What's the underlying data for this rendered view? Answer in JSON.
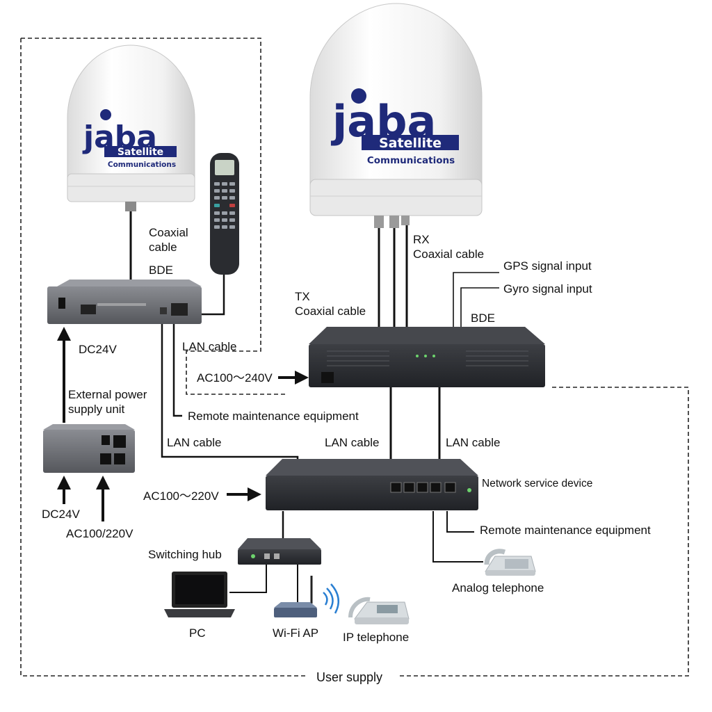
{
  "brand": {
    "name": "jaba",
    "line2": "Satellite",
    "line3": "Communications",
    "colors": {
      "navy": "#1f2a7a",
      "dome": "#f4f4f4"
    }
  },
  "labels": {
    "coaxial_left": "Coaxial\ncable",
    "bde_left": "BDE",
    "dc24v_left": "DC24V",
    "external_power": "External power\nsupply unit",
    "lan_cable_left_top": "LAN cable",
    "ac_100_240": "AC100～240V",
    "remote_maint_top": "Remote maintenance equipment",
    "lan_cable_left_bottom": "LAN cable",
    "lan_cable_mid": "LAN cable",
    "lan_cable_right": "LAN cable",
    "rx_coax": "RX\nCoaxial cable",
    "tx_coax": "TX\nCoaxial cable",
    "gps_input": "GPS signal input",
    "gyro_input": "Gyro signal input",
    "bde_right": "BDE",
    "network_service": "Network service device",
    "ac_100_220": "AC100～220V",
    "remote_maint_bottom": "Remote maintenance equipment",
    "switching_hub": "Switching hub",
    "analog_phone": "Analog telephone",
    "dc24v_bottom": "DC24V",
    "ac_100_220_slash": "AC100/220V",
    "pc": "PC",
    "wifi_ap": "Wi-Fi AP",
    "ip_phone": "IP telephone",
    "user_supply": "User supply"
  },
  "icons": [
    "satellite-dome-icon",
    "handset-icon",
    "bde-box-icon",
    "power-supply-icon",
    "network-device-icon",
    "switching-hub-icon",
    "laptop-icon",
    "wifi-ap-icon",
    "ip-phone-icon",
    "analog-phone-icon"
  ]
}
